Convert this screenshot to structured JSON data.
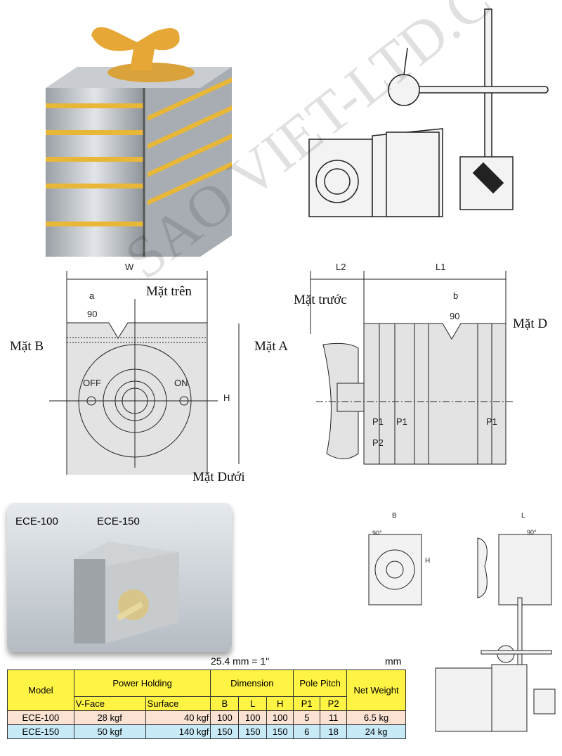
{
  "watermark": "SAO VIET-LTD.COM",
  "front_view": {
    "width_label": "W",
    "vee_width_label": "a",
    "angle": "90",
    "top_face": "Mặt trên",
    "face_b": "Mặt B",
    "face_a": "Mặt A",
    "off": "OFF",
    "on": "ON",
    "height_label": "H",
    "bottom_face": "Mặt Dưới"
  },
  "side_view": {
    "l2_label": "L2",
    "l1_label": "L1",
    "vee_width_label": "b",
    "angle": "90",
    "front_face": "Mặt trước",
    "face_d": "Mặt D",
    "p1": "P1",
    "p2": "P2"
  },
  "photo_caption": {
    "model1": "ECE-100",
    "model2": "ECE-150"
  },
  "small_drawings": {
    "b": "B",
    "h": "H",
    "l": "L",
    "angle": "90°"
  },
  "units": {
    "conversion": "25.4 mm = 1\"",
    "unit": "mm"
  },
  "table": {
    "headers": {
      "model": "Model",
      "power": "Power Holding",
      "dimension": "Dimension",
      "pole_pitch": "Pole Pitch",
      "net_weight": "Net Weight",
      "v_face": "V-Face",
      "surface": "Surface",
      "b": "B",
      "l": "L",
      "h": "H",
      "p1": "P1",
      "p2": "P2"
    },
    "rows": [
      {
        "model": "ECE-100",
        "v_face": "28 kgf",
        "surface": "40 kgf",
        "b": "100",
        "l": "100",
        "h": "100",
        "p1": "5",
        "p2": "11",
        "weight": "6.5 kg"
      },
      {
        "model": "ECE-150",
        "v_face": "50 kgf",
        "surface": "140 kgf",
        "b": "150",
        "l": "150",
        "h": "150",
        "p1": "6",
        "p2": "18",
        "weight": "24 kg"
      }
    ]
  }
}
